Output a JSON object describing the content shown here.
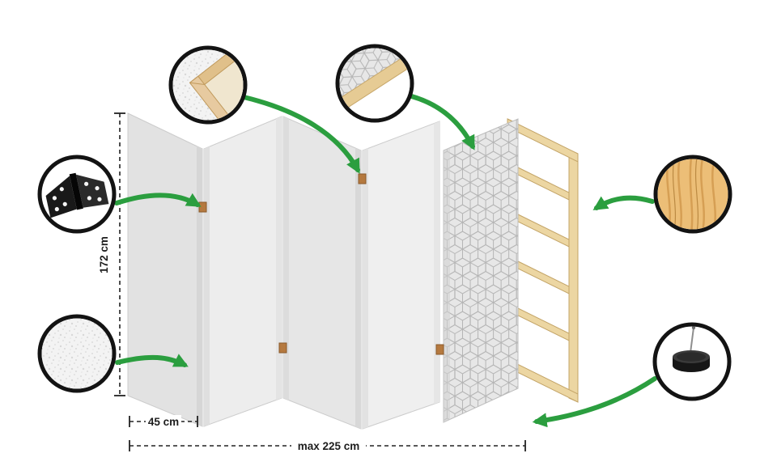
{
  "figure": {
    "name": "folding-screen-construction-diagram",
    "measurements": {
      "height": "172 cm",
      "panel_width": "45 cm",
      "max_width": "max 225 cm"
    },
    "panel_count": 5,
    "callouts": {
      "frame_corner": "canvas-wrapped-frame-corner-detail",
      "pattern_corner": "patterned-fabric-corner-detail",
      "hinge": "metal-hinge-detail",
      "fabric": "non-woven-fabric-texture-detail",
      "wood": "pine-wood-material-detail",
      "foot": "felt-foot-pad-detail"
    },
    "colors": {
      "arrow_green": "#2b9e3f",
      "panel_gray": "#e6e6e6",
      "pattern_line": "#b5b5b5",
      "wood_frame_tan": "#ecd6a2",
      "wood_circle_tan": "#ecbe77",
      "outline_black": "#131313"
    }
  }
}
